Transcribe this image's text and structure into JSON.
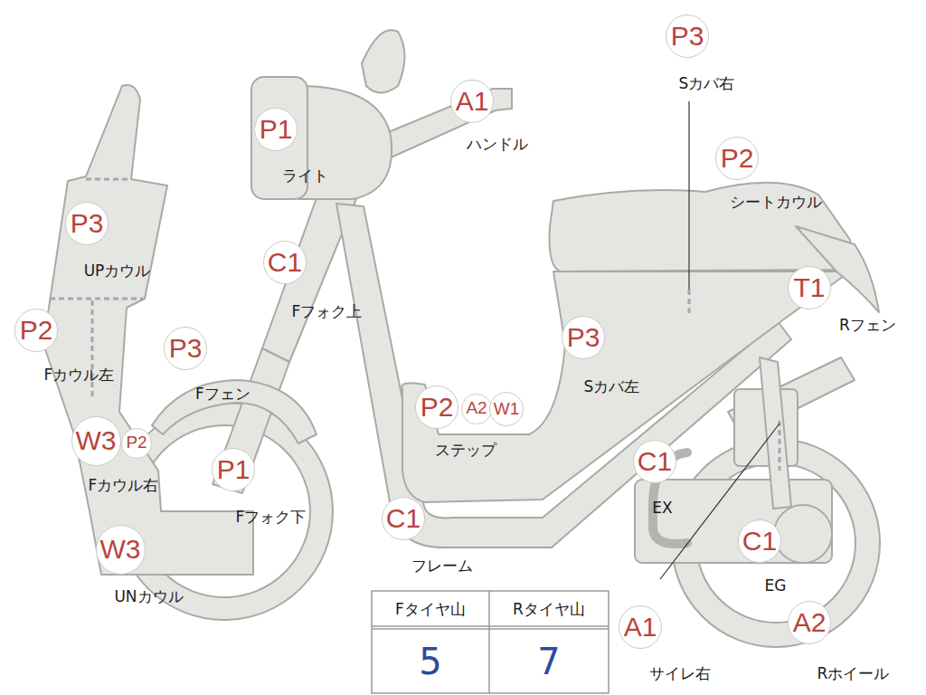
{
  "diagram": {
    "nodes": [
      {
        "text": [
          "P3",
          "Sカバ右"
        ]
      },
      {
        "text": [
          "A1",
          "ハンドル"
        ]
      },
      {
        "text": [
          "P1",
          "ライト"
        ]
      },
      {
        "text": [
          "P2",
          "シートカウル"
        ]
      },
      {
        "text": [
          "P3",
          "UPカウル"
        ]
      },
      {
        "text": [
          "C1",
          "Fフォク上"
        ]
      },
      {
        "text": [
          "T1",
          "Rフェン"
        ]
      },
      {
        "text": [
          "P2",
          "Fカウル左"
        ]
      },
      {
        "text": [
          "P3",
          "Fフェン"
        ]
      },
      {
        "text": [
          "P3",
          "Sカバ左"
        ]
      },
      {
        "text": [
          "P2",
          "ステップ"
        ]
      },
      {
        "text": [
          "A2"
        ]
      },
      {
        "text": [
          "W1"
        ]
      },
      {
        "text": [
          "W3",
          "Fカウル右"
        ]
      },
      {
        "text": [
          "P2"
        ]
      },
      {
        "text": [
          "P1",
          "Fフォク下"
        ]
      },
      {
        "text": [
          "C1",
          "EX"
        ]
      },
      {
        "text": [
          "C1",
          "フレーム"
        ]
      },
      {
        "text": [
          "C1",
          "EG"
        ]
      },
      {
        "text": [
          "W3",
          "UNカウル"
        ]
      },
      {
        "text": [
          "A1",
          "サイレ右"
        ]
      },
      {
        "text": [
          "A2",
          "Rホイール"
        ]
      }
    ],
    "labels": [
      "Fタイヤ山",
      "Rタイヤ山",
      "5",
      "7"
    ]
  }
}
